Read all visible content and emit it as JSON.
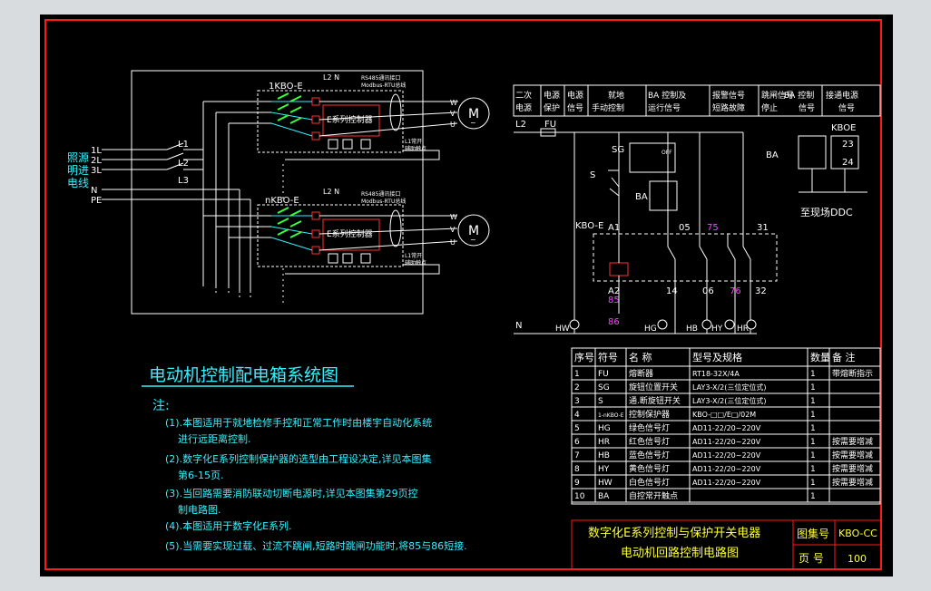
{
  "colors": {
    "frame": "#ff1a1a",
    "wire": "#ffffff",
    "cyan": "#35f0ff",
    "green": "#39ff39",
    "yellow": "#ffff33",
    "magenta": "#ff40ff",
    "blue": "#5a74ff",
    "red": "#ff3030"
  },
  "left": {
    "title": "电动机控制配电箱系统图",
    "bus_labels": {
      "l1": "1L",
      "l2": "2L",
      "l3": "3L",
      "n": "N",
      "pe": "PE"
    },
    "source_label": [
      "照",
      "明",
      "电",
      "源",
      "进",
      "线"
    ],
    "phase_labels": [
      "L1",
      "L2",
      "L3"
    ],
    "kbo_top": "1KBO-E",
    "kbo_bottom": "nKBO-E",
    "ctrl_top": "E系列控制器",
    "ctrl_bottom": "E系列控制器",
    "l2n_top": "L2 N",
    "l2n_bottom": "L2 N",
    "bus_note_top_1": "RS485通讯接口",
    "bus_note_top_2": "Modbus-RTU总线",
    "bus_note_bottom_1": "RS485通讯接口",
    "bus_note_bottom_2": "Modbus-RTU总线",
    "field_note_top_1": "L1常开",
    "field_note_top_2": "辅助触点",
    "field_note_bottom_1": "L1常开",
    "field_note_bottom_2": "辅助触点",
    "uvw": [
      "W",
      "V",
      "U"
    ],
    "motor": "M",
    "motor_sub": "~"
  },
  "notes": {
    "heading": "注:",
    "items": [
      "(1).本图适用于就地检修手控和正常工作时由楼宇自动化系统",
      "进行远距离控制.",
      "(2).数字化E系列控制保护器的选型由工程设决定,详见本图集",
      "第6-15页.",
      "(3).当回路需要消防联动切断电源时,详见本图集第29页控",
      "制电路图.",
      "(4).本图适用于数字化E系列.",
      "(5).当需要实现过载、过流不跳闸,短路时跳闸功能时,将85与86短接."
    ]
  },
  "control": {
    "header": [
      [
        "二次",
        "电源"
      ],
      [
        "电源",
        "保护"
      ],
      [
        "电源",
        "信号"
      ],
      [
        "就地",
        "手动控制"
      ],
      [
        "BA 控制及",
        "运行信号"
      ],
      [
        "报警信号",
        "短路故障"
      ],
      [
        "跳闸信号",
        "停止"
      ],
      [
        "BA 控制",
        "信号"
      ],
      [
        "接通电源",
        "信号"
      ]
    ],
    "l2": "L2",
    "fu": "FU",
    "sg": "SG",
    "off": "OFF",
    "s": "S",
    "ba": "BA",
    "kbo": "KBO-E",
    "terms_top": [
      "A1",
      "05",
      "75",
      "31"
    ],
    "terms_bottom": [
      "A2",
      "14",
      "06",
      "76",
      "32"
    ],
    "t85": "85",
    "t86": "86",
    "n": "N",
    "lamps": [
      "HW",
      "HG",
      "HB",
      "HY",
      "HR"
    ],
    "kboe_right": "KBOE",
    "t23": "23",
    "t24": "24",
    "ba_right": "BA",
    "to_ddc": "至现场DDC"
  },
  "bom": {
    "headers": [
      "序号",
      "符号",
      "名 称",
      "型号及规格",
      "数量",
      "备 注"
    ],
    "rows": [
      [
        "1",
        "FU",
        "熔断器",
        "RT18-32X/4A",
        "1",
        "带熔断指示"
      ],
      [
        "2",
        "SG",
        "旋钮位置开关",
        "LAY3-X/2(三位定位式)",
        "1",
        ""
      ],
      [
        "3",
        "S",
        "通.断旋钮开关",
        "LAY3-X/2(三位定位式)",
        "1",
        ""
      ],
      [
        "4",
        "1-nKBO-E",
        "控制保护器",
        "KBO-□□/E□/02M",
        "1",
        ""
      ],
      [
        "5",
        "HG",
        "绿色信号灯",
        "AD11-22/20~220V",
        "1",
        ""
      ],
      [
        "6",
        "HR",
        "红色信号灯",
        "AD11-22/20~220V",
        "1",
        "按需要增减"
      ],
      [
        "7",
        "HB",
        "蓝色信号灯",
        "AD11-22/20~220V",
        "1",
        "按需要增减"
      ],
      [
        "8",
        "HY",
        "黄色信号灯",
        "AD11-22/20~220V",
        "1",
        "按需要增减"
      ],
      [
        "9",
        "HW",
        "白色信号灯",
        "AD11-22/20~220V",
        "1",
        "按需要增减"
      ],
      [
        "10",
        "BA",
        "自控常开触点",
        "",
        "1",
        ""
      ]
    ]
  },
  "titleblock": {
    "line1": "数字化E系列控制与保护开关电器",
    "line2": "电动机回路控制电路图",
    "atlas_label": "图集号",
    "atlas_value": "KBO-CC",
    "page_label": "页 号",
    "page_value": "100"
  }
}
